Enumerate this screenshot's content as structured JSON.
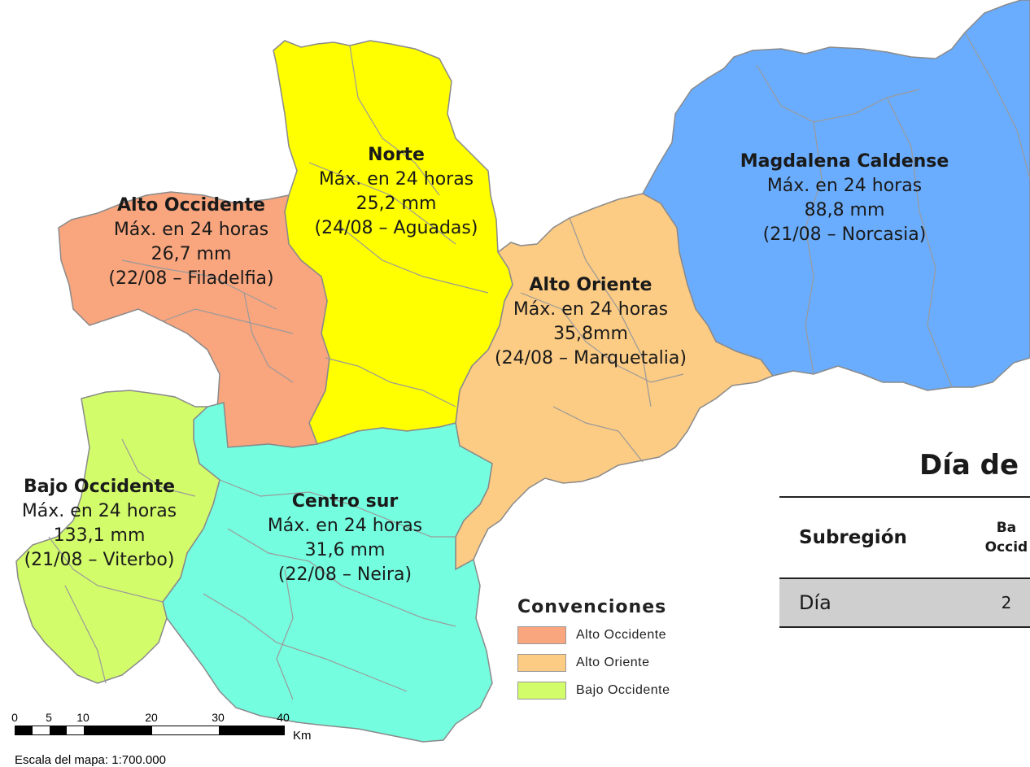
{
  "regions": [
    {
      "id": "norte",
      "name": "Norte",
      "stat": "Máx. en 24 horas",
      "value": "25,2 mm",
      "date": "(24/08 – Aguadas)",
      "color": "#ffff00"
    },
    {
      "id": "alto-occidente",
      "name": "Alto Occidente",
      "stat": "Máx. en 24 horas",
      "value": "26,7 mm",
      "date": "(22/08 – Filadelfia)",
      "color": "#f9a57e"
    },
    {
      "id": "magdalena-caldense",
      "name": "Magdalena Caldense",
      "stat": "Máx. en 24 horas",
      "value": "88,8 mm",
      "date": "(21/08 – Norcasia)",
      "color": "#6aadff"
    },
    {
      "id": "alto-oriente",
      "name": "Alto Oriente",
      "stat": "Máx. en 24 horas",
      "value": "35,8mm",
      "date": "(24/08 – Marquetalia)",
      "color": "#fccb84"
    },
    {
      "id": "bajo-occidente",
      "name": "Bajo Occidente",
      "stat": "Máx. en 24 horas",
      "value": "133,1 mm",
      "date": "(21/08 – Viterbo)",
      "color": "#d3fc6a"
    },
    {
      "id": "centro-sur",
      "name": "Centro sur",
      "stat": "Máx. en 24 horas",
      "value": "31,6 mm",
      "date": "(22/08 – Neira)",
      "color": "#74fedf"
    }
  ],
  "legend": {
    "title": "Convenciones",
    "items": [
      {
        "label": "Alto Occidente",
        "color": "#f9a57e"
      },
      {
        "label": "Alto Oriente",
        "color": "#fccb84"
      },
      {
        "label": "Bajo Occidente",
        "color": "#d3fc6a"
      }
    ]
  },
  "scale": {
    "ticks": [
      "0",
      "5",
      "10",
      "20",
      "30",
      "40"
    ],
    "unit": "Km",
    "text": "Escala del mapa: 1:700.000"
  },
  "table": {
    "title": "Día de",
    "header_label": "Subregión",
    "header_col": [
      "Ba",
      "Occid"
    ],
    "row_label": "Día",
    "row_value": "2"
  }
}
